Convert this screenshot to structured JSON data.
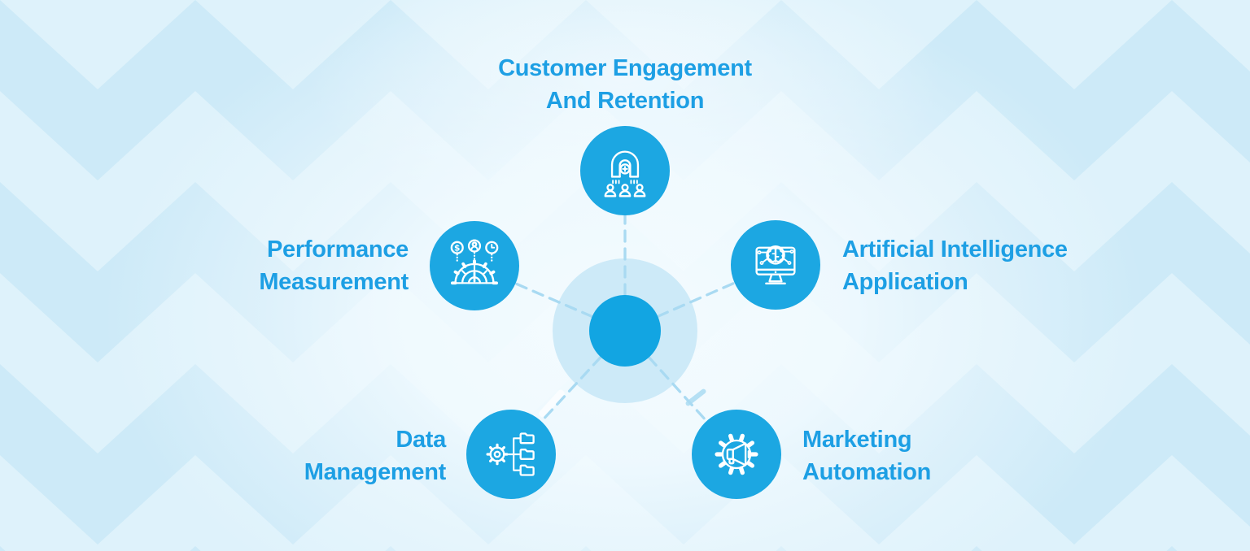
{
  "colors": {
    "background": "#def2fb",
    "chevron_dark": "#cdeaf8",
    "node_fill": "#1ca7e2",
    "hub_inner": "#12a5e2",
    "hub_outer": "#cdeaf8",
    "connector": "#a9daf2",
    "label": "#1d9fe4"
  },
  "diagram": {
    "type": "hub-and-spoke",
    "hub": {
      "name": "central-hub",
      "label": ""
    },
    "nodes": [
      {
        "id": "customer-engagement-and-retention",
        "position": "top",
        "label_lines": [
          "Customer Engagement",
          "And Retention"
        ],
        "icon": "magnet-audience-icon"
      },
      {
        "id": "performance-measurement",
        "position": "left",
        "label_lines": [
          "Performance",
          "Measurement"
        ],
        "icon": "metrics-gauge-icon"
      },
      {
        "id": "artificial-intelligence-application",
        "position": "right",
        "label_lines": [
          "Artificial Intelligence",
          "Application"
        ],
        "icon": "monitor-brain-icon"
      },
      {
        "id": "data-management",
        "position": "bottom-left",
        "label_lines": [
          "Data",
          "Management"
        ],
        "icon": "gear-folder-tree-icon"
      },
      {
        "id": "marketing-automation",
        "position": "bottom-right",
        "label_lines": [
          "Marketing",
          "Automation"
        ],
        "icon": "gear-megaphone-icon"
      }
    ]
  }
}
